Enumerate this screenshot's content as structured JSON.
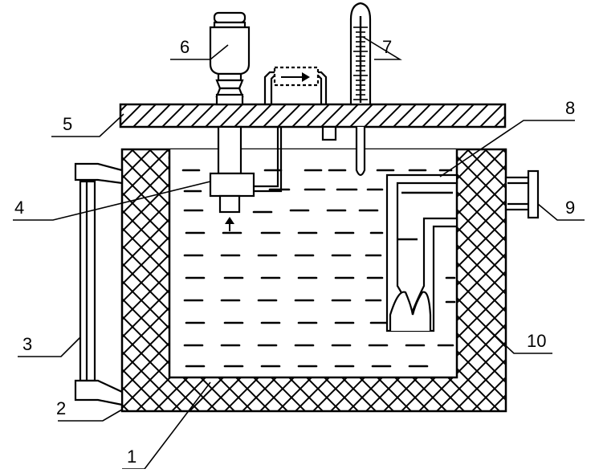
{
  "diagram": {
    "labels": {
      "l1": "1",
      "l2": "2",
      "l3": "3",
      "l4": "4",
      "l5": "5",
      "l6": "6",
      "l7": "7",
      "l8": "8",
      "l9": "9",
      "l10": "10"
    },
    "colors": {
      "ink": "#000000",
      "paper": "#ffffff"
    },
    "icons": {
      "flow_arrow": "right-arrow",
      "inlet_arrow": "up-arrow"
    }
  }
}
